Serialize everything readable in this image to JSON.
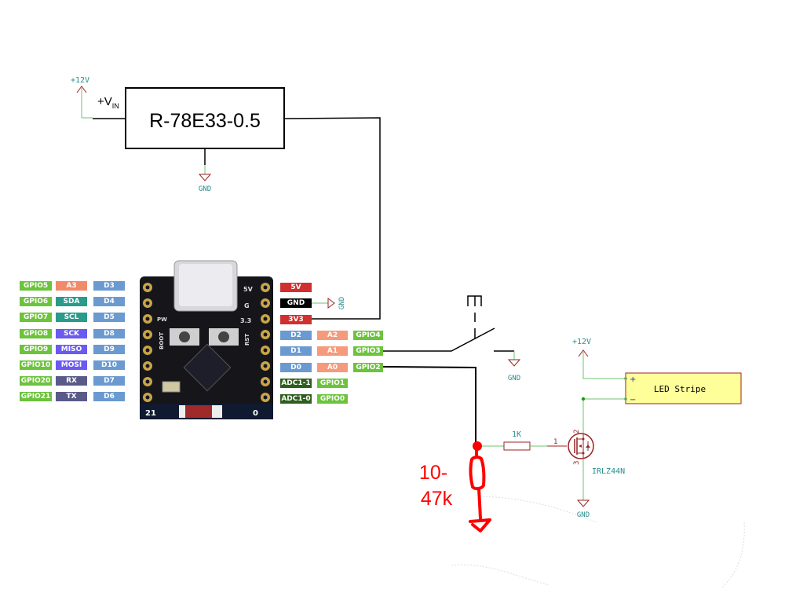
{
  "regulator": {
    "part": "R-78E33-0.5",
    "input_label": "+V",
    "input_sub": "IN",
    "supply_label": "+12V",
    "gnd_label": "GND"
  },
  "board": {
    "silk_5v": "5V",
    "silk_g": "G",
    "silk_33": "3.3",
    "silk_pw": "PW",
    "silk_boot": "BOOT",
    "silk_rst": "RST",
    "silk_21": "21",
    "silk_0": "0"
  },
  "left_pins": [
    {
      "gpio": "GPIO5",
      "func": "A3",
      "func_color": "#f08a6a",
      "d": "D3"
    },
    {
      "gpio": "GPIO6",
      "func": "SDA",
      "func_color": "#2a9a8a",
      "d": "D4"
    },
    {
      "gpio": "GPIO7",
      "func": "SCL",
      "func_color": "#2a9a8a",
      "d": "D5"
    },
    {
      "gpio": "GPIO8",
      "func": "SCK",
      "func_color": "#6a5af0",
      "d": "D8"
    },
    {
      "gpio": "GPIO9",
      "func": "MISO",
      "func_color": "#6a5af0",
      "d": "D9"
    },
    {
      "gpio": "GPIO10",
      "func": "MOSI",
      "func_color": "#6a5af0",
      "d": "D10"
    },
    {
      "gpio": "GPIO20",
      "func": "RX",
      "func_color": "#5a5a8a",
      "d": "D7"
    },
    {
      "gpio": "GPIO21",
      "func": "TX",
      "func_color": "#5a5a8a",
      "d": "D6"
    }
  ],
  "right_power_pins": [
    {
      "label": "5V",
      "color": "#d03030"
    },
    {
      "label": "GND",
      "color": "#000000"
    },
    {
      "label": "3V3",
      "color": "#d03030"
    }
  ],
  "right_pins": [
    {
      "d": "D2",
      "a": "A2",
      "gpio": "GPIO4"
    },
    {
      "d": "D1",
      "a": "A1",
      "gpio": "GPIO3"
    },
    {
      "d": "D0",
      "a": "A0",
      "gpio": "GPIO2"
    }
  ],
  "adc_pins": [
    {
      "adc": "ADC1-1",
      "gpio": "GPIO1"
    },
    {
      "adc": "ADC1-0",
      "gpio": "GPIO0"
    }
  ],
  "pin_colors": {
    "gpio": "#6cc33c",
    "digital": "#6a9ad0",
    "analog": "#f59a7a",
    "adc": "#2e5e1e"
  },
  "labels": {
    "gnd_header": "GND",
    "gnd_switch": "GND",
    "supply_led": "+12V",
    "led_stripe": "LED Stripe",
    "led_plus": "+",
    "led_minus": "−",
    "resistor_gate": "1K",
    "mosfet_part": "IRLZ44N",
    "mosfet_pin1": "1",
    "mosfet_pin2": "2",
    "mosfet_pin3": "3",
    "gnd_mosfet": "GND",
    "pulldown_line1": "10-",
    "pulldown_line2": "47k"
  },
  "colors": {
    "wire": "#000000",
    "kicad_wire": "#6cc36c",
    "kicad_symbol": "#9b2222",
    "kicad_text": "#2a8c8c",
    "annotation": "#ff0000",
    "led_fill": "#ffff99"
  }
}
